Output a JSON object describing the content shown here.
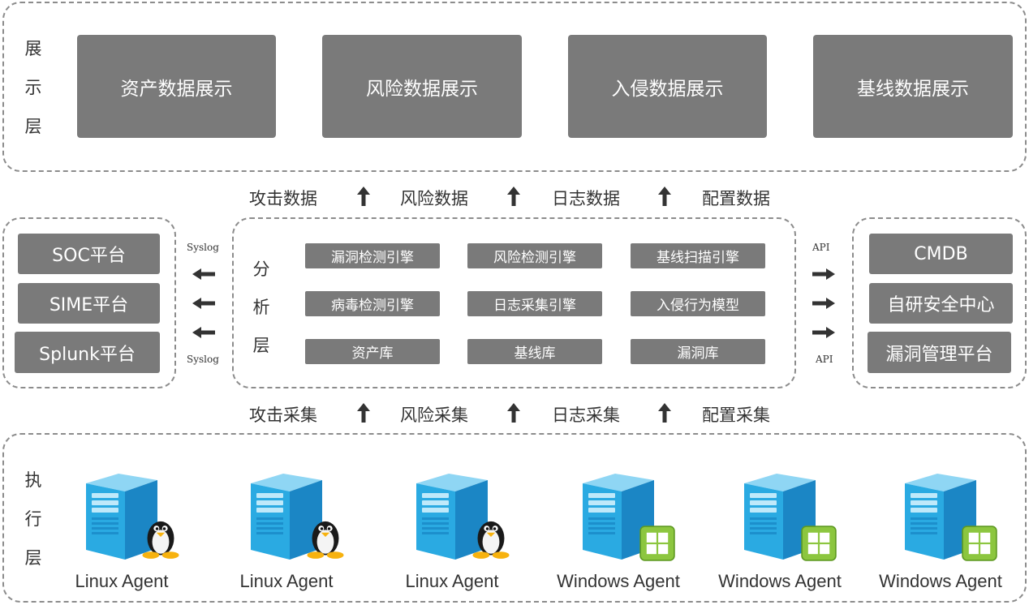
{
  "display_layer": {
    "label": [
      "展",
      "示",
      "层"
    ],
    "boxes": [
      "资产数据展示",
      "风险数据展示",
      "入侵数据展示",
      "基线数据展示"
    ]
  },
  "upper_flows": [
    "攻击数据",
    "风险数据",
    "日志数据",
    "配置数据"
  ],
  "analysis_layer": {
    "label": [
      "分",
      "析",
      "层"
    ],
    "rows": [
      [
        "漏洞检测引擎",
        "风险检测引擎",
        "基线扫描引擎"
      ],
      [
        "病毒检测引擎",
        "日志采集引擎",
        "入侵行为模型"
      ],
      [
        "资产库",
        "基线库",
        "漏洞库"
      ]
    ]
  },
  "left_platforms": {
    "items": [
      "SOC平台",
      "SIME平台",
      "Splunk平台"
    ],
    "top_label": "Syslog",
    "bottom_label": "Syslog"
  },
  "right_platforms": {
    "items": [
      "CMDB",
      "自研安全中心",
      "漏洞管理平台"
    ],
    "top_label": "API",
    "bottom_label": "API"
  },
  "lower_flows": [
    "攻击采集",
    "风险采集",
    "日志采集",
    "配置采集"
  ],
  "execution_layer": {
    "label": [
      "执",
      "行",
      "层"
    ],
    "agents": [
      {
        "label": "Linux Agent",
        "os": "linux-penguin-icon"
      },
      {
        "label": "Linux Agent",
        "os": "linux-penguin-icon"
      },
      {
        "label": "Linux Agent",
        "os": "linux-penguin-icon"
      },
      {
        "label": "Windows Agent",
        "os": "windows-logo-icon"
      },
      {
        "label": "Windows Agent",
        "os": "windows-logo-icon"
      },
      {
        "label": "Windows Agent",
        "os": "windows-logo-icon"
      }
    ]
  },
  "colors": {
    "box_fill": "#7a7a7a",
    "dashed_border": "#8c8c8c",
    "server_blue": "#29abe2",
    "windows_green": "#8cc63f"
  }
}
